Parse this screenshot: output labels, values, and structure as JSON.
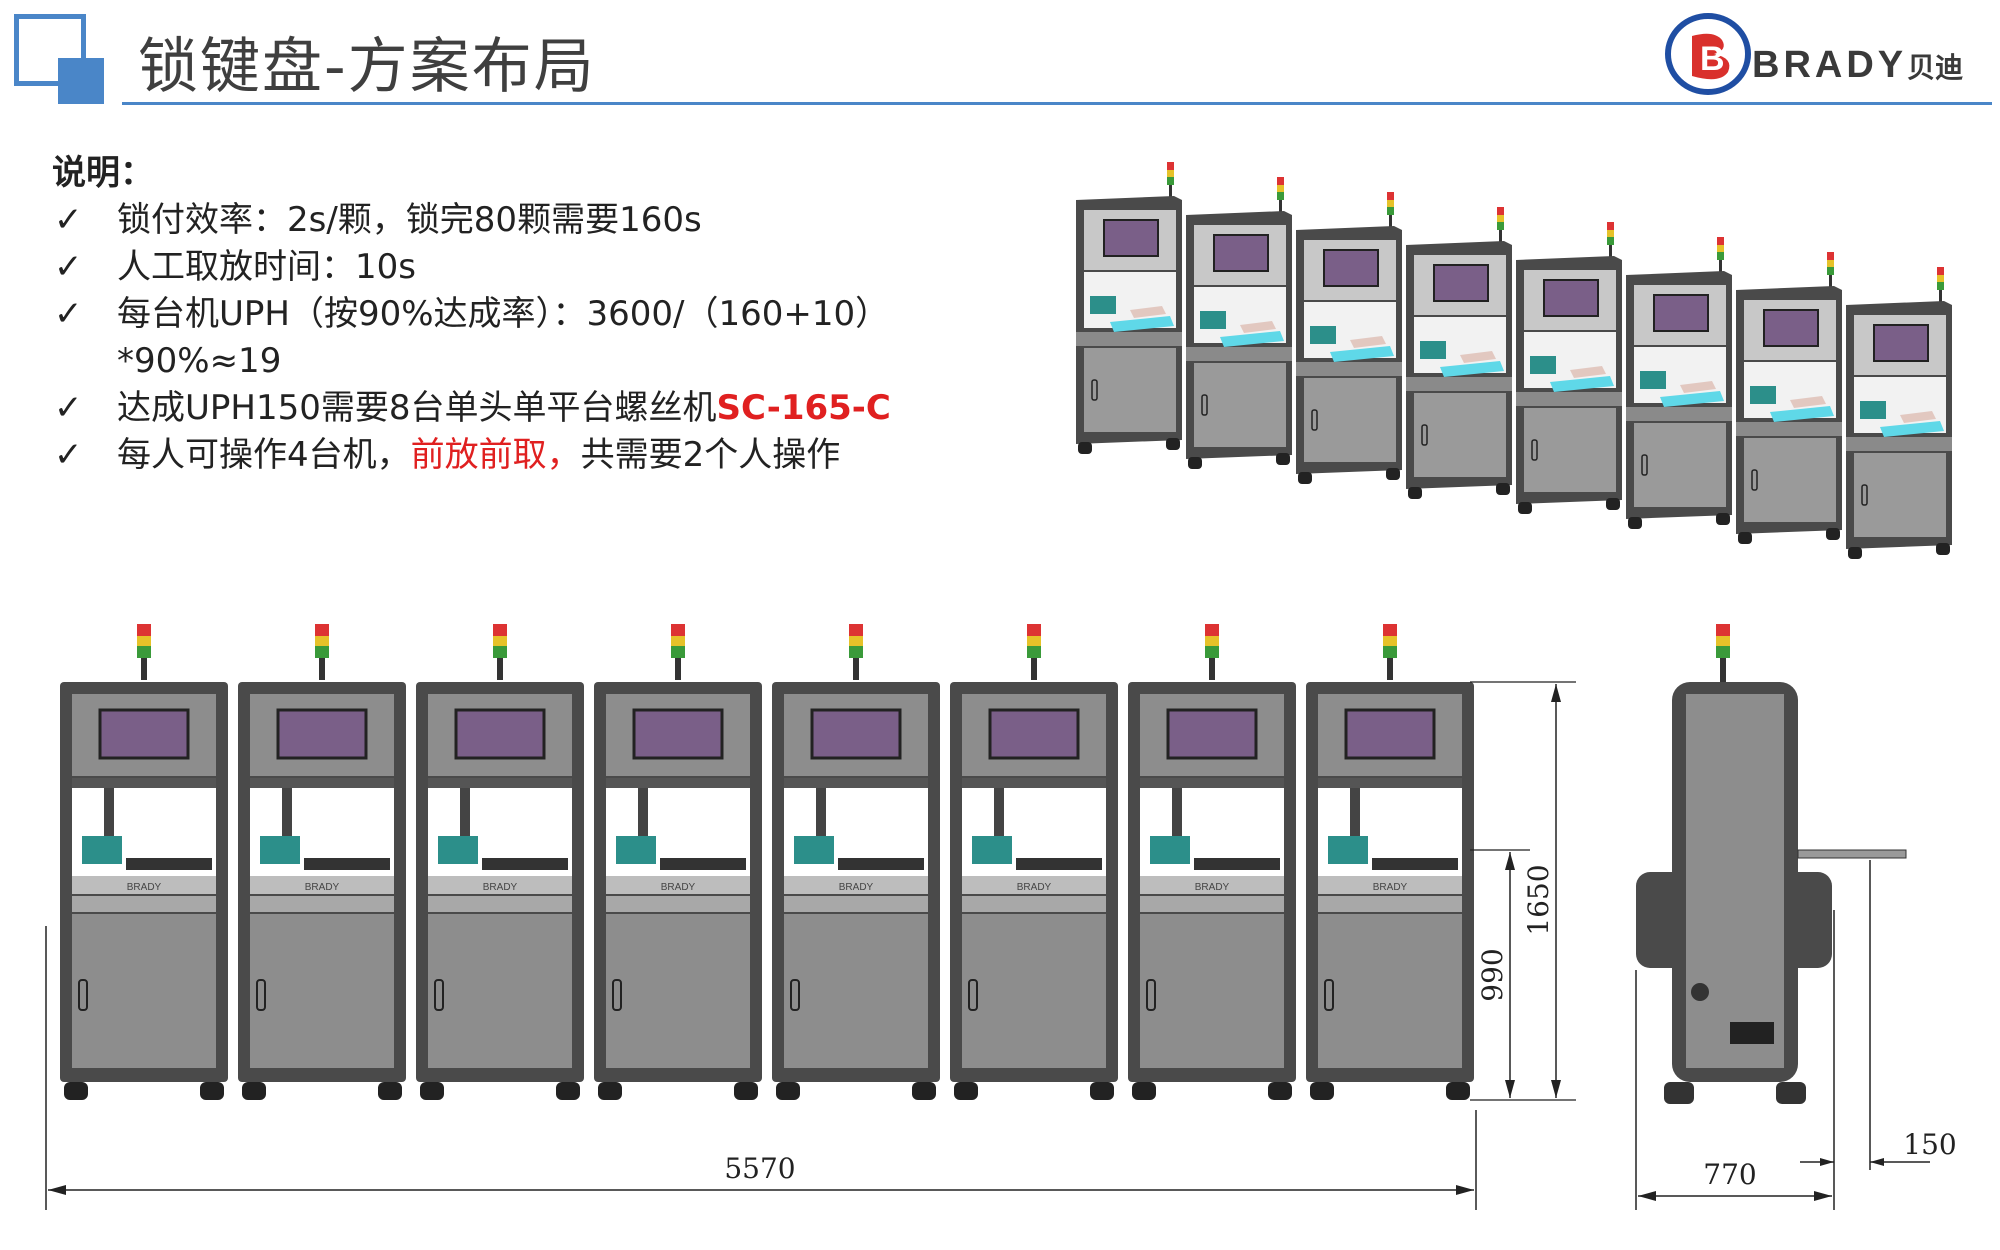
{
  "header": {
    "title": "锁键盘-方案布局",
    "logo_text": "BRADY",
    "logo_cn": "贝迪",
    "logo_letter": "B",
    "accent_color": "#4a86c8"
  },
  "notes": {
    "heading": "说明：",
    "items": [
      {
        "text": "锁付效率：2s/颗，锁完80颗需要160s"
      },
      {
        "text": "人工取放时间：10s"
      },
      {
        "text": "每台机UPH（按90%达成率）：3600/（160+10）*90%≈19"
      },
      {
        "text": "达成UPH150需要8台单头单平台螺丝机",
        "highlight": "SC-165-C"
      },
      {
        "text_before": "每人可操作4台机，",
        "highlight": "前放前取，",
        "text_after": "共需要2个人操作"
      }
    ]
  },
  "drawing": {
    "total_width": "5570",
    "total_height": "1650",
    "table_height": "990",
    "side_depth": "770",
    "side_offset": "150",
    "brand_plate": "BRADY",
    "machine_count": 8
  }
}
